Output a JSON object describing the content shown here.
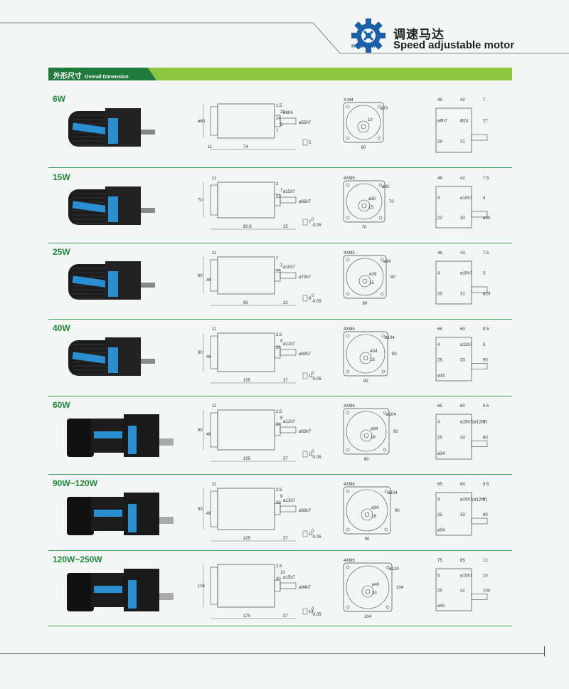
{
  "brand": {
    "name": "HONGDAO",
    "title_cn": "调速马达",
    "title_en": "Speed adjustable motor"
  },
  "section": {
    "label_cn": "外形尺寸",
    "label_en": "Overall Dimension"
  },
  "colors": {
    "accent_green": "#8cc63f",
    "title_green": "#1f8a3c",
    "brand_blue": "#1a5fa8",
    "motor_black": "#1c1c1c",
    "motor_label_blue": "#2a8fd0"
  },
  "rows": [
    {
      "title": "6W",
      "side": {
        "d_outer": "ø60",
        "d_flange": "ø55h7",
        "d_shaft": "ø6h6",
        "shaft_dims": [
          "1.5",
          "20",
          "24",
          "5",
          "7"
        ],
        "lengths": [
          "11",
          "74"
        ]
      },
      "key": [
        "5"
      ],
      "front": {
        "hole": "4-M4",
        "pcd": "ø70",
        "width": "60",
        "offsets": [
          "10"
        ]
      },
      "top": {
        "dims": [
          "45",
          "42",
          "7",
          "ø6h7",
          "Ø24",
          "27",
          "28",
          "31"
        ]
      }
    },
    {
      "title": "15W",
      "side": {
        "d_outer": "70",
        "d_flange": "ø65h7",
        "d_shaft": "ø15h7",
        "shaft_dims": [
          "2",
          "7",
          "22"
        ],
        "lengths": [
          "11",
          "80.8",
          "25"
        ]
      },
      "key": [
        "7",
        "0",
        "-0.05"
      ],
      "front": {
        "hole": "4XM5",
        "pcd": "ø82",
        "width": "70",
        "height": "70",
        "offsets": [
          "ø30",
          "15"
        ]
      },
      "top": {
        "dims": [
          "46",
          "42",
          "7.5",
          "4",
          "ø10h7",
          "4",
          "22",
          "30",
          "ø30"
        ]
      }
    },
    {
      "title": "25W",
      "side": {
        "d_outer": "80",
        "d_inner": "46",
        "d_flange": "ø73h7",
        "d_shaft": "ø10h7",
        "shaft_dims": [
          "7",
          "2",
          "25"
        ],
        "lengths": [
          "11",
          "85",
          "32"
        ]
      },
      "key": [
        "9",
        "0",
        "-0.05"
      ],
      "front": {
        "hole": "4XM5",
        "pcd": "ø94",
        "width": "80",
        "height": "80",
        "offsets": [
          "ø29",
          "15"
        ]
      },
      "top": {
        "dims": [
          "46",
          "43",
          "7.5",
          "4",
          "ø10h7",
          "3",
          "25",
          "31",
          "ø29"
        ]
      }
    },
    {
      "title": "40W",
      "side": {
        "d_outer": "90",
        "d_inner": "46",
        "d_flange": "ø83h7",
        "d_shaft": "ø12h7",
        "shaft_dims": [
          "2.5",
          "9",
          "30"
        ],
        "lengths": [
          "11",
          "105",
          "37"
        ]
      },
      "key": [
        "11",
        "0",
        "-0.05"
      ],
      "front": {
        "hole": "4XM6",
        "pcd": "ø104",
        "width": "90",
        "height": "90",
        "offsets": [
          "ø34",
          "18"
        ]
      },
      "top": {
        "dims": [
          "65",
          "60",
          "9.5",
          "4",
          "ø12h7",
          "5",
          "25",
          "33",
          "90",
          "ø34"
        ]
      }
    },
    {
      "title": "60W",
      "side": {
        "d_outer": "90",
        "d_inner": "46",
        "d_flange": "ø83h7",
        "d_shaft": "ø12h7",
        "shaft_dims": [
          "2.5",
          "9",
          "30"
        ],
        "lengths": [
          "11",
          "105",
          "37"
        ]
      },
      "key": [
        "11",
        "0",
        "-0.05"
      ],
      "front": {
        "hole": "4XM6",
        "pcd": "ø104",
        "width": "90",
        "height": "90",
        "offsets": [
          "ø34",
          "18"
        ]
      },
      "top": {
        "dims": [
          "65",
          "60",
          "9.5",
          "4",
          "ø15h7(ø12h7)",
          "5",
          "25",
          "33",
          "90",
          "ø34"
        ]
      }
    },
    {
      "title": "90W~120W",
      "side": {
        "d_outer": "90",
        "d_inner": "46",
        "d_flange": "ø83h7",
        "d_shaft": "ø12h7",
        "shaft_dims": [
          "2.5",
          "9",
          "30"
        ],
        "lengths": [
          "11",
          "105",
          "37"
        ]
      },
      "key": [
        "11",
        "0",
        "-0.05"
      ],
      "front": {
        "hole": "4XM6",
        "pcd": "ø104",
        "width": "90",
        "height": "90",
        "offsets": [
          "ø34",
          "18"
        ]
      },
      "top": {
        "dims": [
          "65",
          "60",
          "9.5",
          "4",
          "ø15h7(ø12h7)",
          "5",
          "25",
          "33",
          "90",
          "ø34"
        ]
      }
    },
    {
      "title": "120W~250W",
      "side": {
        "d_outer": "104",
        "d_flange": "ø94h7",
        "d_shaft": "ø15h7",
        "shaft_dims": [
          "2.5",
          "10",
          "30"
        ],
        "lengths": [
          "170",
          "37"
        ]
      },
      "key": [
        "14",
        "0",
        "-0.05"
      ],
      "front": {
        "hole": "4XM6",
        "pcd": "ø120",
        "width": "104",
        "height": "104",
        "offsets": [
          "ø40",
          "20"
        ]
      },
      "top": {
        "dims": [
          "75",
          "65",
          "12",
          "5",
          "ø15h7",
          "10",
          "25",
          "42",
          "104",
          "ø40"
        ]
      }
    }
  ]
}
